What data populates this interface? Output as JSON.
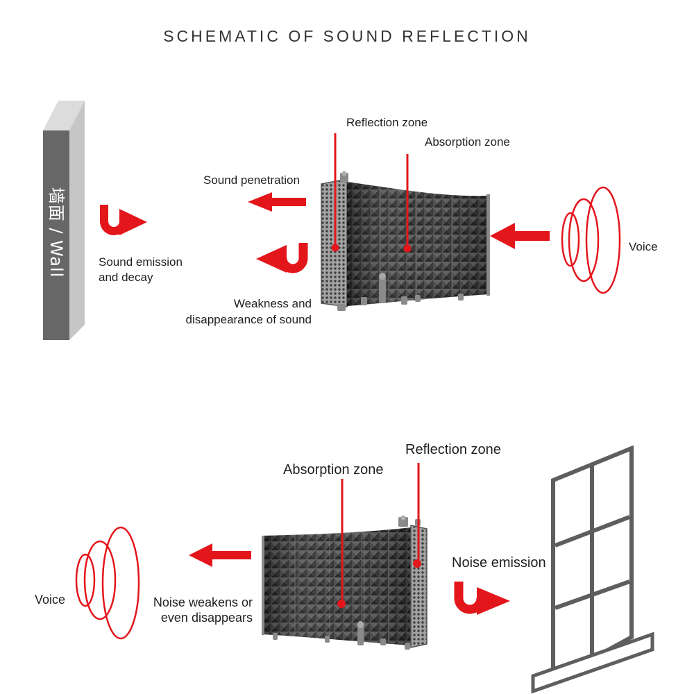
{
  "title": "SCHEMATIC OF SOUND REFLECTION",
  "colors": {
    "accent_red": "#e3161c",
    "label_text": "#1f1f1f",
    "title_text": "#333333",
    "wall_front": "#676767",
    "wall_side": "#c6c6c6",
    "wall_top": "#dcdcdc",
    "window_frame": "#5e5e5e",
    "panel_frame": "#8a8a8a"
  },
  "icons": {
    "penetration_arrow": "arrow-left-icon",
    "emission_arrow": "u-turn-right-arrow-icon",
    "decay_arrow": "u-turn-left-arrow-icon",
    "voice_waves": "sound-wave-icon",
    "wall": "wall-icon",
    "window": "window-icon"
  },
  "top_scene": {
    "wall_label": "墙面 / Wall",
    "sound_emission_label": [
      "Sound emission",
      "and decay"
    ],
    "sound_penetration_label": "Sound penetration",
    "weakness_label": [
      "Weakness and",
      "disappearance of sound"
    ],
    "reflection_zone_label": "Reflection zone",
    "absorption_zone_label": "Absorption zone",
    "voice_label": "Voice"
  },
  "bottom_scene": {
    "reflection_zone_label": "Reflection zone",
    "absorption_zone_label": "Absorption zone",
    "voice_label": "Voice",
    "noise_weakens_label": [
      "Noise weakens or",
      "even disappears"
    ],
    "noise_emission_label": "Noise emission"
  }
}
